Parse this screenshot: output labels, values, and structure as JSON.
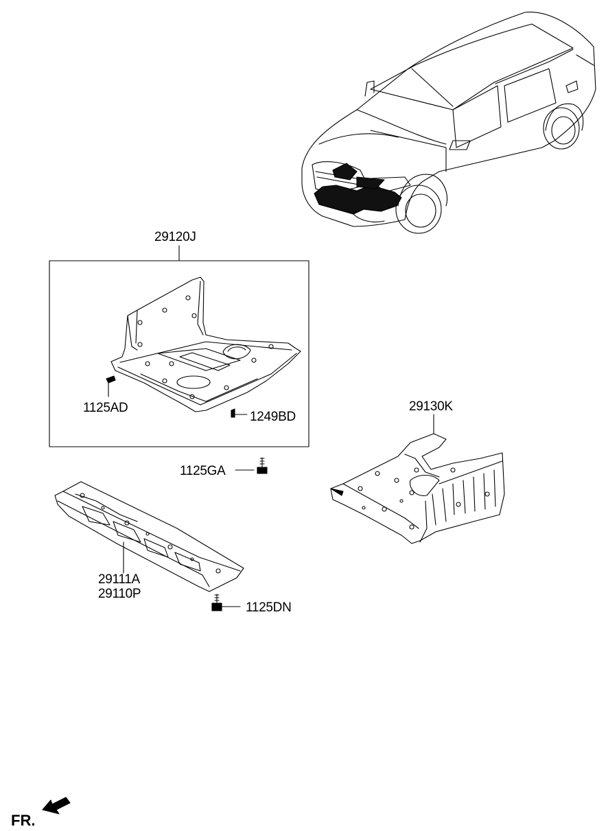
{
  "labels": {
    "assembly_group": "29120J",
    "clip_left": "1125AD",
    "clip_right": "1249BD",
    "bolt_mid": "1125GA",
    "rear_cover": "29130K",
    "front_cover_a": "29111A",
    "front_cover_b": "29110P",
    "bolt_bottom": "1125DN",
    "direction": "FR."
  }
}
